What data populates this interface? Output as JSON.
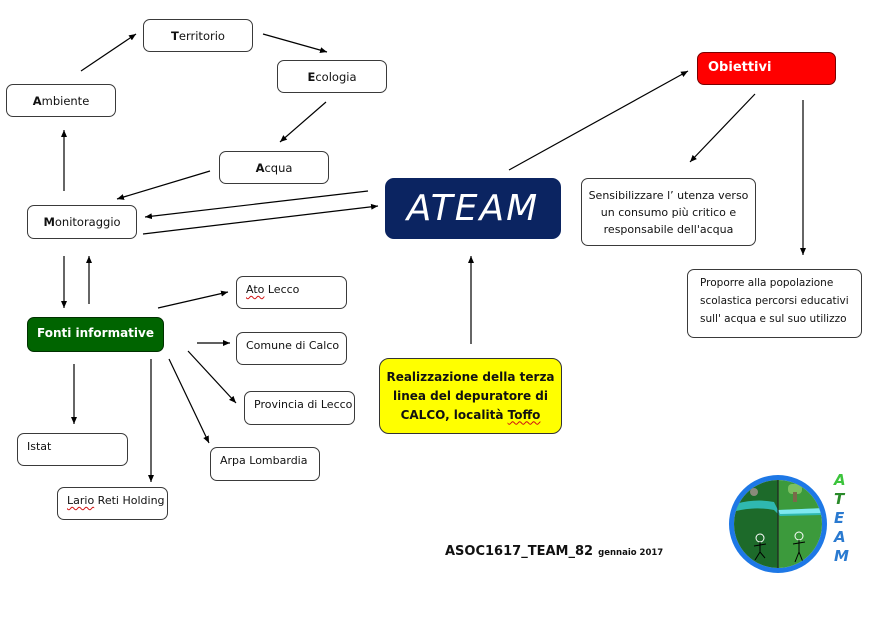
{
  "nodes": {
    "territorio": {
      "first": "T",
      "rest": "erritorio"
    },
    "ecologia": {
      "first": "E",
      "rest": "cologia"
    },
    "ambiente": {
      "first": "A",
      "rest": "mbiente"
    },
    "acqua": {
      "first": "A",
      "rest": "cqua"
    },
    "monitoraggio": {
      "first": "M",
      "rest": "onitoraggio"
    },
    "ateam": "ATEAM",
    "obiettivi": "Obiettivi",
    "sensibilizzare": [
      "Sensibilizzare l’ utenza  verso",
      "un  consumo più critico e",
      "responsabile dell'acqua"
    ],
    "proporre": [
      "Proporre alla popolazione",
      "scolastica percorsi educativi",
      "sull' acqua e sul suo utilizzo"
    ],
    "fonti": "Fonti informative",
    "ato_lecco": {
      "a": "Ato",
      "b": " Lecco"
    },
    "comune": "Comune di Calco",
    "provincia": "Provincia di Lecco",
    "arpa": "Arpa Lombardia",
    "istat": "Istat",
    "lario": {
      "a": "Lario",
      "b": " Reti Holding"
    },
    "realizzazione": {
      "line1": "Realizzazione della terza",
      "line2": "linea del depuratore di",
      "line3a": "CALCO, località ",
      "line3b": "Toffo"
    }
  },
  "footer": {
    "code": "ASOC1617_TEAM_82",
    "date": "gennaio 2017"
  },
  "logo": {
    "letters": [
      "A",
      "T",
      "E",
      "A",
      "M"
    ]
  },
  "colors": {
    "ateam_bg": "#0b2461",
    "obiettivi_bg": "#ff0000",
    "fonti_bg": "#006400",
    "realizzazione_bg": "#ffff00",
    "logo_ring": "#1e78e6",
    "logo_green": "#3cb43c"
  }
}
